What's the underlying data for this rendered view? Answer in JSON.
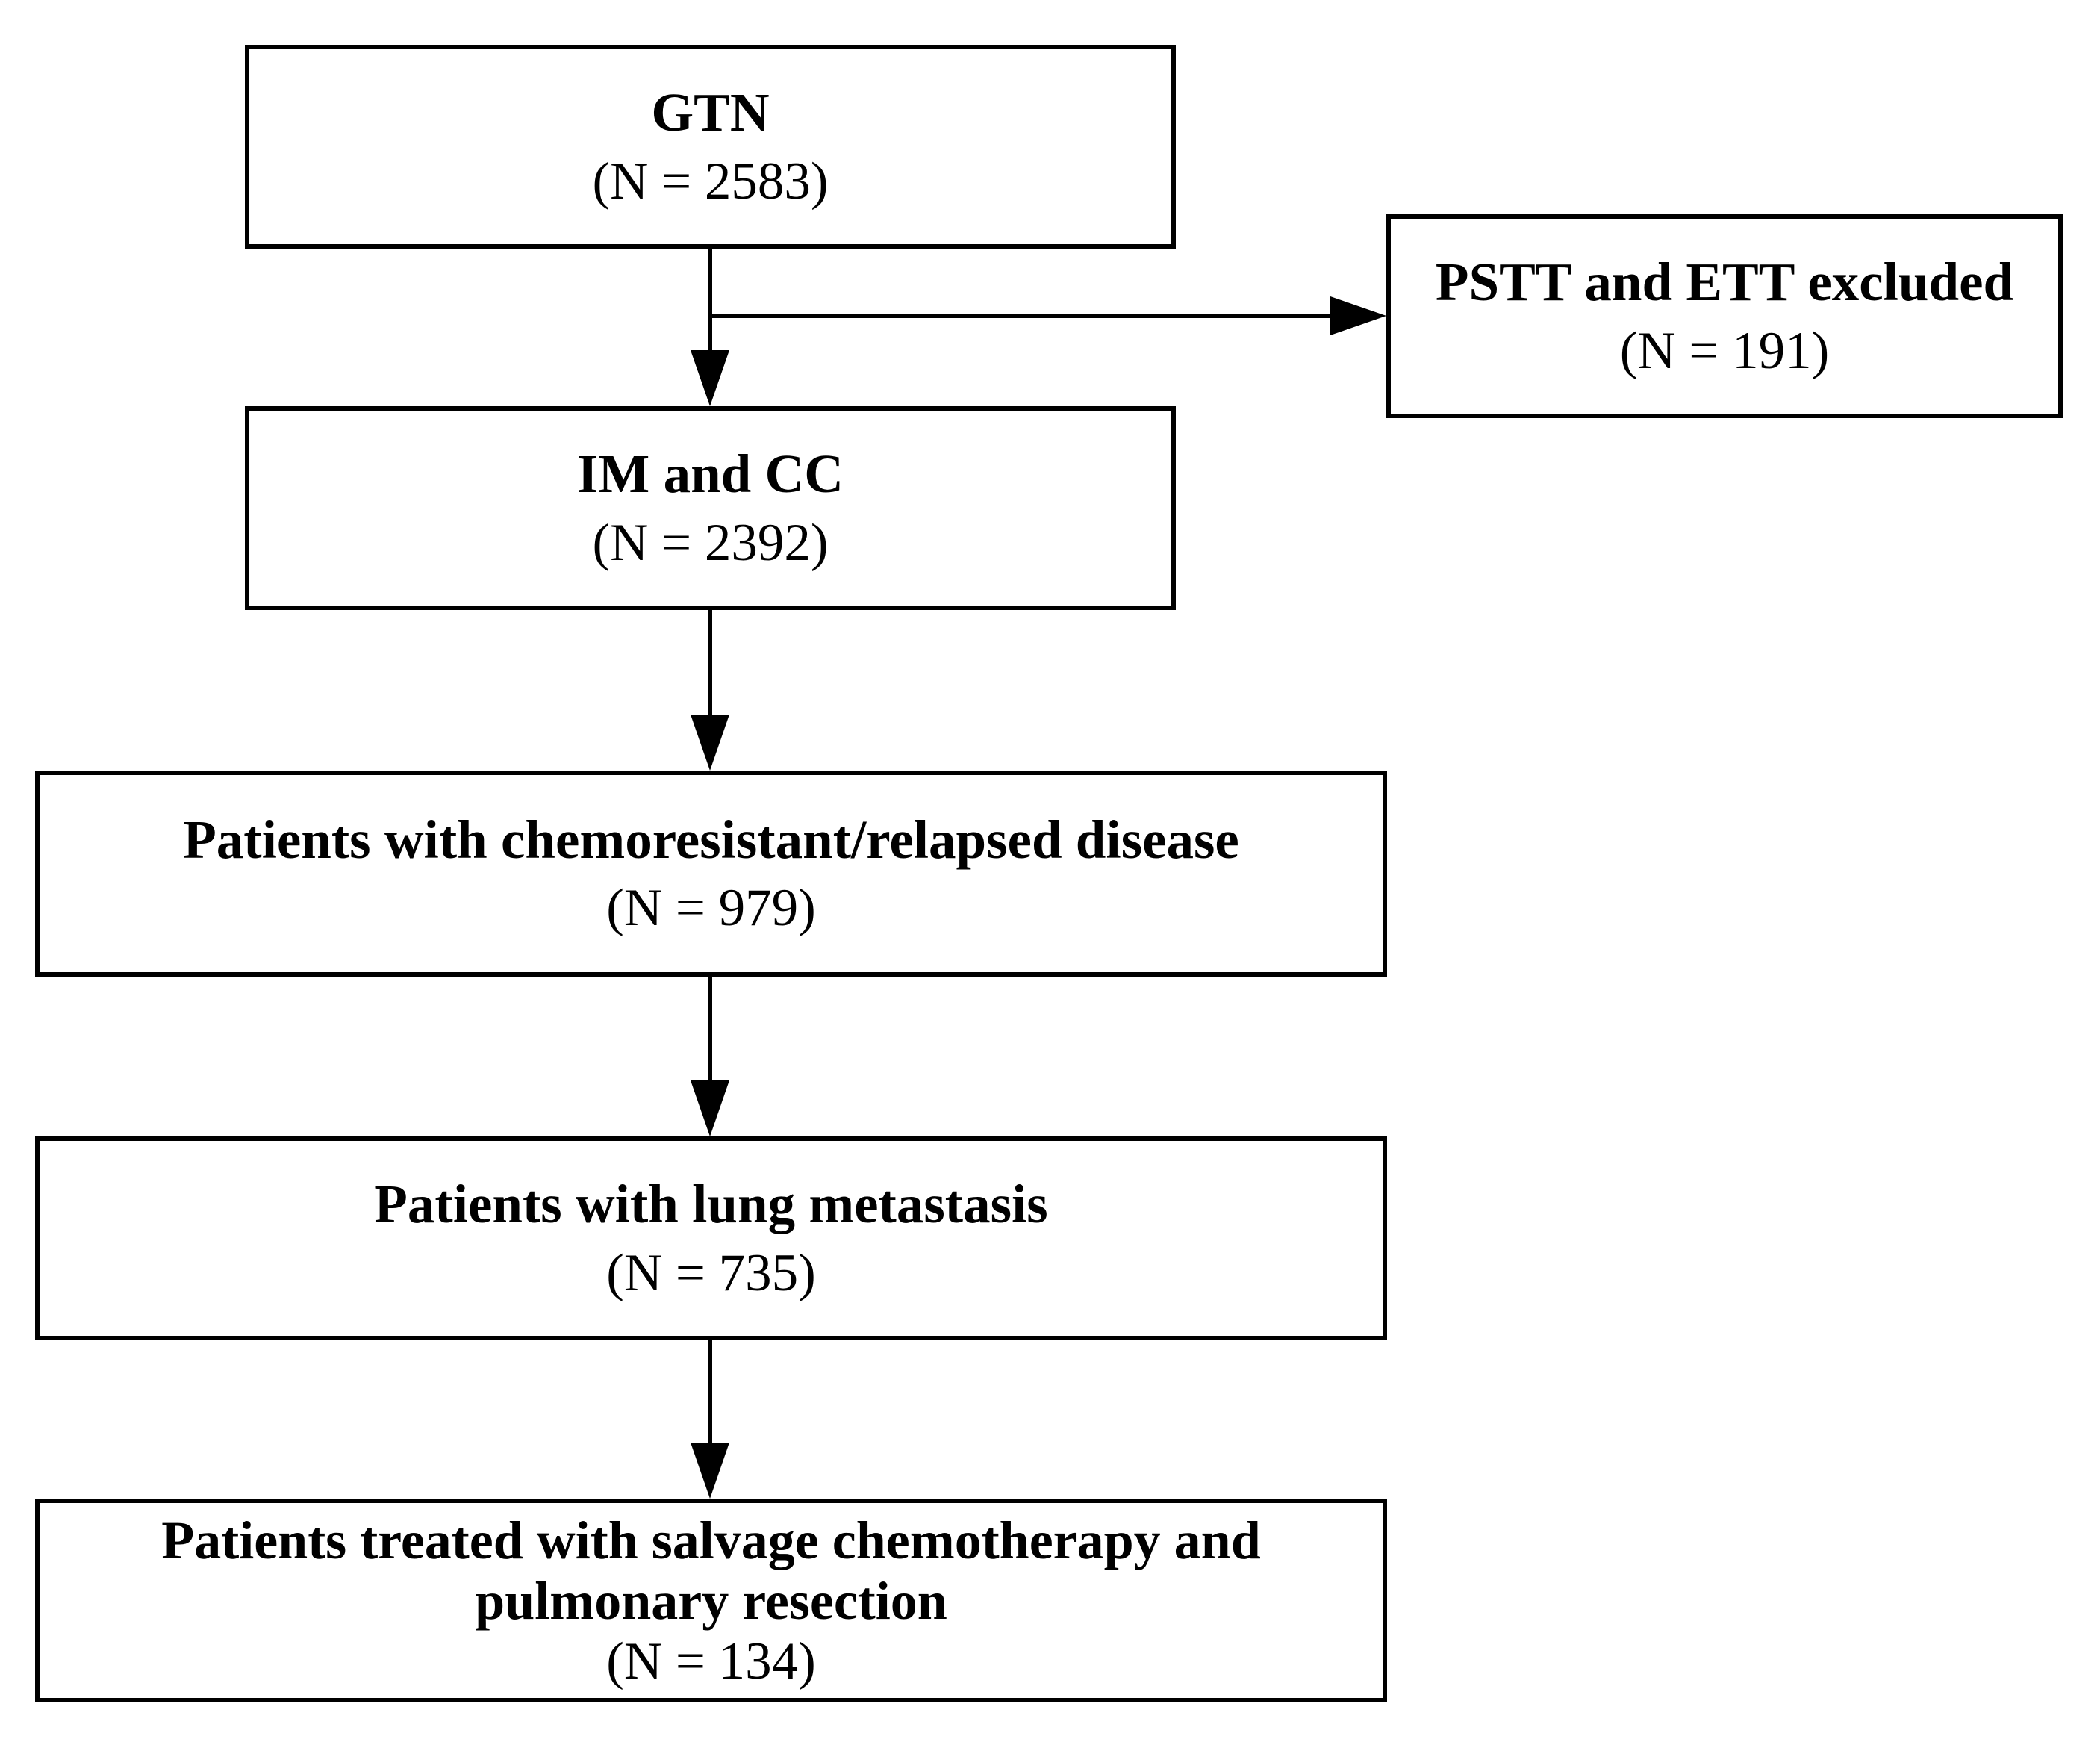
{
  "flow": {
    "nodes": [
      {
        "id": "gtn",
        "label": "GTN",
        "count": "(N = 2583)"
      },
      {
        "id": "pstt-excluded",
        "label": "PSTT and ETT excluded",
        "count": "(N = 191)"
      },
      {
        "id": "im-cc",
        "label": "IM and CC",
        "count": "(N = 2392)"
      },
      {
        "id": "chemoresistant",
        "label": "Patients with chemoresistant/relapsed disease",
        "count": "(N = 979)"
      },
      {
        "id": "lung-metastasis",
        "label": "Patients with lung metastasis",
        "count": "(N = 735)"
      },
      {
        "id": "salvage",
        "label": "Patients  treated with salvage chemotherapy and pulmonary resection",
        "count": "(N = 134)"
      }
    ],
    "colors": {
      "line": "#000000",
      "box_background": "#ffffff",
      "text": "#000000"
    }
  }
}
